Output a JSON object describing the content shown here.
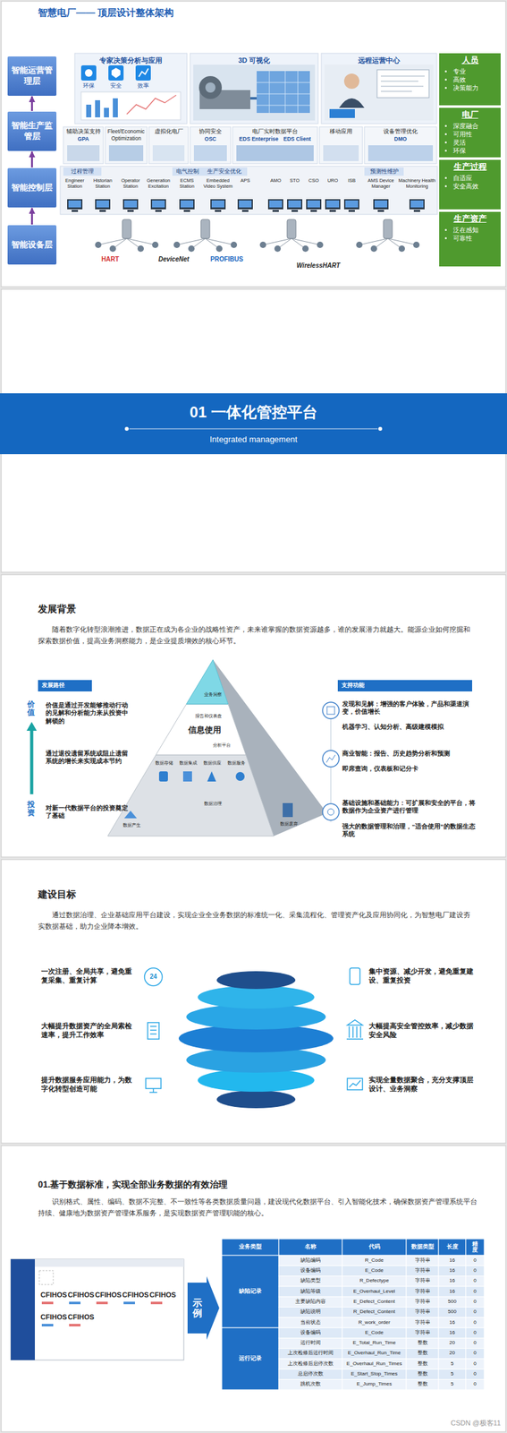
{
  "diagram": {
    "title": "智慧电厂—— 顶层设计整体架构",
    "nodes": [
      {
        "text": [
          "智能运营管理层"
        ]
      },
      {
        "text": [
          "智能生产监管层"
        ]
      },
      {
        "text": [
          "智能控制层"
        ]
      },
      {
        "text": [
          "智能设备层"
        ]
      },
      {
        "text": [
          "专家决策分析与应用"
        ]
      },
      {
        "text": [
          "3D 可视化"
        ]
      },
      {
        "text": [
          "远程运营中心"
        ]
      },
      {
        "text": [
          "辅助决策支持",
          "GPA"
        ]
      },
      {
        "text": [
          "Fleet/Economic Optimization"
        ]
      },
      {
        "text": [
          "虚拟化电厂"
        ]
      },
      {
        "text": [
          "协同安全",
          "OSC"
        ]
      },
      {
        "text": [
          "电厂实时数据平台",
          "EDS Enterprise",
          "EDS Client"
        ]
      },
      {
        "text": [
          "移动应用"
        ]
      },
      {
        "text": [
          "设备管理优化",
          "DMO"
        ]
      },
      {
        "text": [
          "过程管理"
        ]
      },
      {
        "text": [
          "电气控制"
        ]
      },
      {
        "text": [
          "生产安全优化"
        ]
      },
      {
        "text": [
          "预测性维护"
        ]
      },
      {
        "text": [
          "人员",
          "专业",
          "高效",
          "决策能力"
        ]
      },
      {
        "text": [
          "电厂",
          "深度融合",
          "可用性",
          "灵活",
          "环保"
        ]
      },
      {
        "text": [
          "生产过程",
          "自适应",
          "安全高效"
        ]
      },
      {
        "text": [
          "生产资产",
          "泛在感知",
          "可靠性"
        ]
      },
      {
        "text": [
          "01  一体化管控平台",
          "Integrated management"
        ]
      },
      {
        "text": [
          "发展路径"
        ]
      },
      {
        "text": [
          "支持功能"
        ]
      },
      {
        "text": [
          "示例"
        ]
      }
    ],
    "edges": [
      {
        "from": 3,
        "to": 2,
        "arrow": "to"
      },
      {
        "from": 2,
        "to": 1,
        "arrow": "to"
      },
      {
        "from": 1,
        "to": 0,
        "arrow": "to"
      }
    ],
    "labels": [
      "环保",
      "安全",
      "效率",
      "Engineer Station",
      "Historian Station",
      "Operator Station",
      "Generation Excitation",
      "ECMS Station",
      "Embedded Video System",
      "APS",
      "AMO",
      "STO",
      "CSO",
      "URO",
      "ISB",
      "AMS Device Manager",
      "Machinery Health Monitoring",
      "HART",
      "DeviceNet",
      "PROFIBUS",
      "WirelessHART",
      "发展背景",
      "随着数字化转型浪潮推进，数据正在成为各企业的战略性资产，未来谁掌握的数据资源越多，谁的发展潜力就越大。能源企业如何挖掘和探索数据价值，提高业务洞察能力，是企业提质增效的核心环节。",
      "价值",
      "投资",
      "价值是通过开发能够推动行动的见解和分析能力来从投资中解锁的",
      "通过退役遗留系统或阻止遗留系统的增长来实现成本节约",
      "对新一代数据平台的投资奠定了基础",
      "业务洞察",
      "报告和仪表盘",
      "信息使用",
      "分析平台",
      "数据存储",
      "数据集成",
      "数据供应",
      "数据服务",
      "数据产生",
      "数据治理",
      "数据废弃",
      "发现和见解：增强的客户体验，产品和渠道演变，价值增长",
      "机器学习、认知分析、高级建模模拟",
      "商业智能：报告、历史趋势分析和预测",
      "即席查询，仪表板和记分卡",
      "基础设施和基础能力：可扩展和安全的平台，将数据作为企业资产进行管理",
      "强大的数据管理和治理，“适合使用”的数据生态系统",
      "建设目标",
      "通过数据治理、企业基础应用平台建设，实现企业全业务数据的标准统一化、采集流程化、管理资产化及应用协同化，为智慧电厂建设夯实数据基础，助力企业降本增效。",
      "一次注册、全局共享，避免重复采集、重复计算",
      "大幅提升数据资产的全局索检速率，提升工作效率",
      "提升数据服务应用能力，为数字化转型创造可能",
      "集中资源、减少开发，避免重复建设、重复投资",
      "大幅提高安全管控效率，减少数据安全风险",
      "实现全量数据聚合，充分支撑顶层设计、业务洞察",
      "24",
      "01.基于数据标准，实现全部业务数据的有效治理",
      "识别格式、属性、编码、数据不完整、不一致性等各类数据质量问题，建设现代化数据平台、引入智能化技术，确保数据资产管理系统平台持续、健康地为数据资产管理体系服务，是实现数据资产管理职能的核心。",
      "CFIHOS",
      "CFIHOS",
      "CFIHOS",
      "CFIHOS",
      "CFIHOS",
      "CFIHOS",
      "CFIHOS",
      "业务类型",
      "名称",
      "代码",
      "数据类型",
      "长度",
      "精度",
      "缺陷记录",
      "运行记录",
      "缺陷编码",
      "R_Code",
      "字符串",
      "16",
      "0",
      "设备编码",
      "E_Code",
      "字符串",
      "16",
      "0",
      "缺陷类型",
      "R_Defectype",
      "字符串",
      "16",
      "0",
      "缺陷等级",
      "E_Overhaul_Level",
      "字符串",
      "16",
      "0",
      "主要缺陷内容",
      "E_Defect_Content",
      "字符串",
      "500",
      "0",
      "缺陷说明",
      "R_Defect_Content",
      "字符串",
      "500",
      "0",
      "当前状态",
      "R_work_order",
      "字符串",
      "16",
      "0",
      "设备编码",
      "E_Code",
      "字符串",
      "16",
      "0",
      "运行时间",
      "E_Total_Run_Time",
      "整数",
      "20",
      "0",
      "上次检修后运行时间",
      "E_Overhaul_Run_Time",
      "整数",
      "20",
      "0",
      "上次检修后启停次数",
      "E_Overhaul_Run_Times",
      "整数",
      "5",
      "0",
      "总启停次数",
      "E_Start_Stop_Times",
      "整数",
      "5",
      "0",
      "跳机次数",
      "E_Jump_Times",
      "整数",
      "5",
      "0",
      "CSDN @极客11"
    ]
  }
}
